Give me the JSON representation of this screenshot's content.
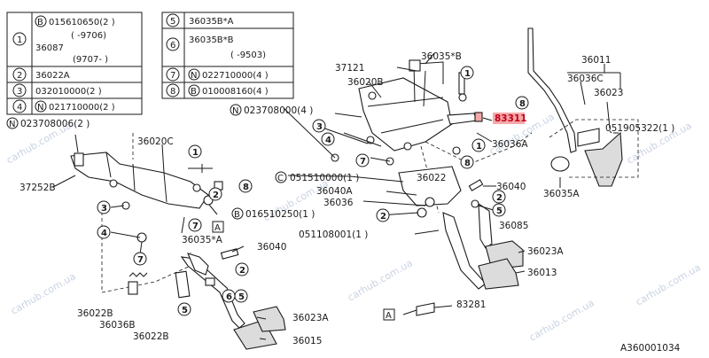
{
  "legend_left": {
    "ref1_rows": [
      "015610650(2 )",
      "(    -9706)",
      "36087",
      "(9707-    )"
    ],
    "ref1_marker": "B",
    "ref2": "36022A",
    "ref3": "032010000(2 )",
    "ref4": "021710000(2 )",
    "ref4_marker": "N",
    "ref1": "1",
    "ref2_n": "2",
    "ref3_n": "3",
    "ref4_n": "4"
  },
  "legend_right": {
    "ref5": "36035B*A",
    "ref6_rows": [
      "36035B*B",
      "(    -9503)"
    ],
    "ref7": "022710000(4 )",
    "ref8": "010008160(4 )",
    "ref7_marker": "N",
    "ref8_marker": "B",
    "ref5_n": "5",
    "ref6_n": "6",
    "ref7_n": "7",
    "ref8_n": "8"
  },
  "labels": {
    "n023708006": "023708006(2 )",
    "l36020C": "36020C",
    "l37252B": "37252B",
    "l016510250": "016510250(1 )",
    "l36035A_star": "36035*A",
    "l36040_left": "36040",
    "l36022B_1": "36022B",
    "l36036B": "36036B",
    "l36022B_2": "36022B",
    "l36023A_left": "36023A",
    "l36015": "36015",
    "l37121": "37121",
    "l36020B": "36020B",
    "l36035B": "36035*B",
    "n023708000": "023708000(4 )",
    "l83311": "83311",
    "l36036A": "36036A",
    "c051510000": "051510000(1 )",
    "l36022": "36022",
    "l36040A": "36040A",
    "l36040_mid": "36040",
    "l36036": "36036",
    "l36085": "36085",
    "l051108001": "051108001(1 )",
    "l36023A_mid": "36023A",
    "l36013": "36013",
    "l83281": "83281",
    "l36011": "36011",
    "l36036C": "36036C",
    "l36023": "36023",
    "l051905322": "051905322(1 )",
    "l36035A": "36035A",
    "boxA": "A",
    "footer": "A360001034"
  },
  "callouts": [
    "1",
    "8",
    "3",
    "4",
    "7",
    "2",
    "7",
    "5",
    "6",
    "5",
    "2",
    "3",
    "4",
    "7",
    "2",
    "6",
    "1",
    "8",
    "1",
    "7",
    "8",
    "2",
    "5"
  ],
  "watermark": "carhub.com.ua",
  "colors": {
    "highlight": "#f4a9a9",
    "highlight_text": "#c0001a"
  }
}
